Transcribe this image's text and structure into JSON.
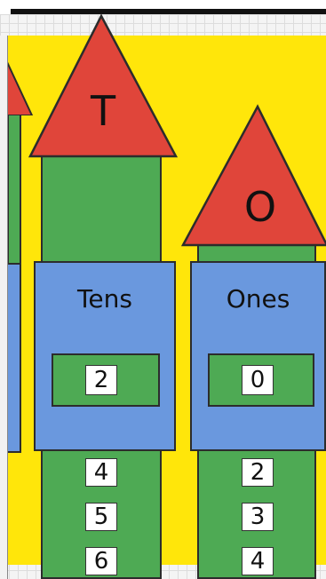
{
  "colors": {
    "background": "#ffe60a",
    "roof": "#e0453a",
    "tower": "#4eaa54",
    "panel": "#6a98de"
  },
  "tens": {
    "roof_letter": "T",
    "label": "Tens",
    "value": "2",
    "stack": [
      "4",
      "5",
      "6"
    ]
  },
  "ones": {
    "roof_letter": "O",
    "label": "Ones",
    "value": "0",
    "stack": [
      "2",
      "3",
      "4"
    ]
  }
}
